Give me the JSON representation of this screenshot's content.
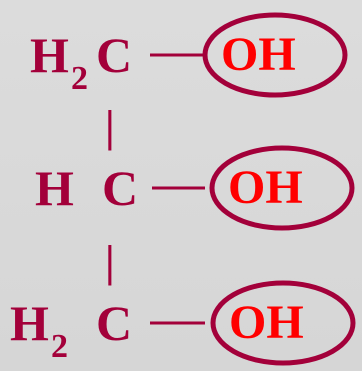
{
  "molecule": {
    "rows": [
      {
        "h": "H",
        "sub": "2",
        "c": "C",
        "oh": "OH"
      },
      {
        "h": "H",
        "sub": "",
        "c": "C",
        "oh": "OH"
      },
      {
        "h": "H",
        "sub": "2",
        "c": "C",
        "oh": "OH"
      }
    ],
    "vertical_bond": "|"
  },
  "colors": {
    "background": "#d9d9d9",
    "atom": "#a3003a",
    "hydroxyl": "#ff0000",
    "ellipse": "#a3003a"
  }
}
